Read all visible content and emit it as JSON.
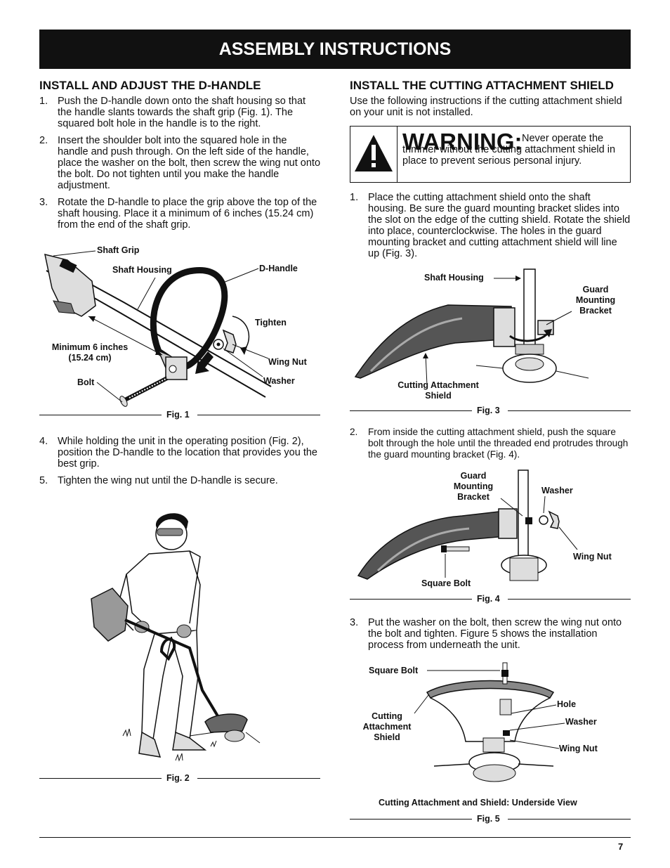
{
  "banner": "ASSEMBLY INSTRUCTIONS",
  "left": {
    "heading": "INSTALL AND ADJUST THE D-HANDLE",
    "steps_a": [
      {
        "num": "1.",
        "text": "Push the D-handle down onto the shaft housing so that the handle slants towards the shaft grip (Fig. 1). The squared bolt hole in the handle is to the right."
      },
      {
        "num": "2.",
        "text": "Insert the shoulder bolt into the squared hole in the handle and push through. On the left side of the handle, place the washer on the bolt, then screw the wing nut onto the bolt. Do not tighten until you make the handle adjustment."
      },
      {
        "num": "3.",
        "text": "Rotate the D-handle to place the grip above the top of the shaft housing. Place it a minimum of 6 inches (15.24 cm) from the end of the shaft grip."
      }
    ],
    "fig1": {
      "caption": "Fig. 1",
      "shaft_grip": "Shaft Grip",
      "shaft_housing": "Shaft Housing",
      "d_handle": "D-Handle",
      "tighten": "Tighten",
      "minimum": "Minimum 6 inches",
      "minimum_cm": "(15.24 cm)",
      "wing_nut": "Wing Nut",
      "washer": "Washer",
      "bolt": "Bolt"
    },
    "steps_b": [
      {
        "num": "4.",
        "text": "While holding the unit in the operating position (Fig. 2), position the D-handle to the location that provides you the best grip."
      },
      {
        "num": "5.",
        "text": "Tighten the wing nut until the D-handle is secure."
      }
    ],
    "fig2": {
      "caption": "Fig. 2"
    }
  },
  "right": {
    "heading": "INSTALL THE CUTTING ATTACHMENT SHIELD",
    "intro": "Use the following instructions if the cutting attachment shield on your unit is not installed.",
    "warning": {
      "title": "WARNING:",
      "text": "Never operate the trimmer without the cutting attachment shield in place to prevent serious personal injury."
    },
    "step1": {
      "num": "1.",
      "text": "Place the cutting attachment shield onto the shaft housing. Be sure the guard mounting bracket slides into the slot on the edge of the cutting shield. Rotate the shield into place, counterclockwise. The holes in the guard mounting bracket and cutting attachment shield will line up (Fig. 3)."
    },
    "fig3": {
      "caption": "Fig. 3",
      "shaft_housing": "Shaft Housing",
      "guard_1": "Guard",
      "guard_2": "Mounting",
      "guard_3": "Bracket",
      "shield_1": "Cutting Attachment",
      "shield_2": "Shield"
    },
    "step2": {
      "num": "2.",
      "text": "From inside the cutting attachment shield, push the square bolt through the hole until the threaded end protrudes through the guard mounting bracket (Fig. 4)."
    },
    "fig4": {
      "caption": "Fig. 4",
      "guard_1": "Guard",
      "guard_2": "Mounting",
      "guard_3": "Bracket",
      "washer": "Washer",
      "wing_nut": "Wing Nut",
      "square_bolt": "Square Bolt"
    },
    "step3": {
      "num": "3.",
      "text": "Put the washer on the bolt, then screw the wing nut onto the bolt and tighten. Figure 5 shows the installation process from underneath the unit."
    },
    "fig5": {
      "caption": "Fig. 5",
      "square_bolt": "Square Bolt",
      "shield_1": "Cutting",
      "shield_2": "Attachment",
      "shield_3": "Shield",
      "hole": "Hole",
      "washer": "Washer",
      "wing_nut": "Wing Nut",
      "subtitle": "Cutting Attachment and Shield: Underside View"
    }
  },
  "page_number": "7"
}
